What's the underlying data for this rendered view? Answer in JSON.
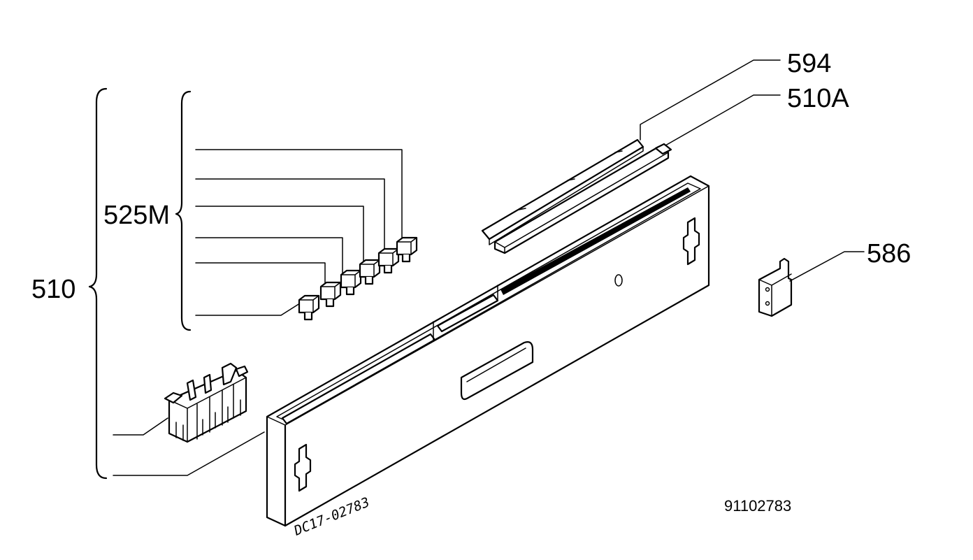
{
  "diagram": {
    "labels": {
      "assembly": "510",
      "buttons": "525M",
      "trim_strip": "594",
      "light_guide": "510A",
      "bracket": "586"
    },
    "reference_number": "91102783",
    "drawing_code": "DC17-02783"
  },
  "colors": {
    "ink": "#000000",
    "paper": "#ffffff"
  }
}
